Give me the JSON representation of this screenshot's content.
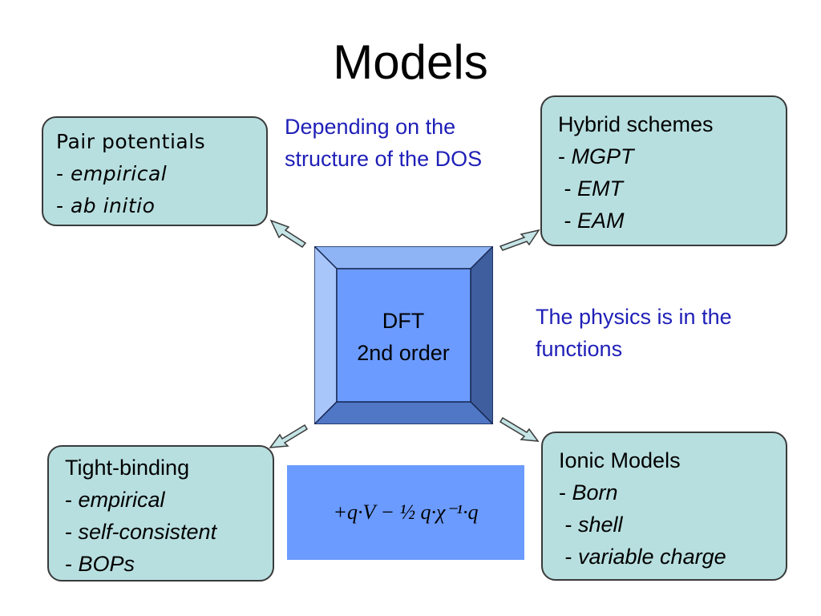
{
  "title": "Models",
  "pair_box": {
    "heading": "Pair potentials",
    "items": [
      "empirical",
      "ab initio"
    ]
  },
  "hybrid_box": {
    "heading": "Hybrid schemes",
    "items": [
      "MGPT",
      "EMT",
      "EAM"
    ]
  },
  "tight_box": {
    "heading": "Tight-binding",
    "items": [
      "empirical",
      "self-consistent",
      "BOPs"
    ]
  },
  "ionic_box": {
    "heading": "Ionic Models",
    "items": [
      "Born",
      "shell",
      "variable charge"
    ]
  },
  "center": {
    "line1": "DFT",
    "line2": "2nd order"
  },
  "notes": {
    "dos_line1": "Depending on the",
    "dos_line2": "structure of the DOS",
    "physics_line1": "The physics is in the",
    "physics_line2": "functions"
  },
  "formula": {
    "text": "+q·V − ½ q·χ⁻¹·q"
  },
  "colors": {
    "box_fill": "#b8dfe0",
    "note_text": "#1f1fb8",
    "bevel_face": "#6b9bff",
    "formula_fill": "#6b9bff"
  }
}
